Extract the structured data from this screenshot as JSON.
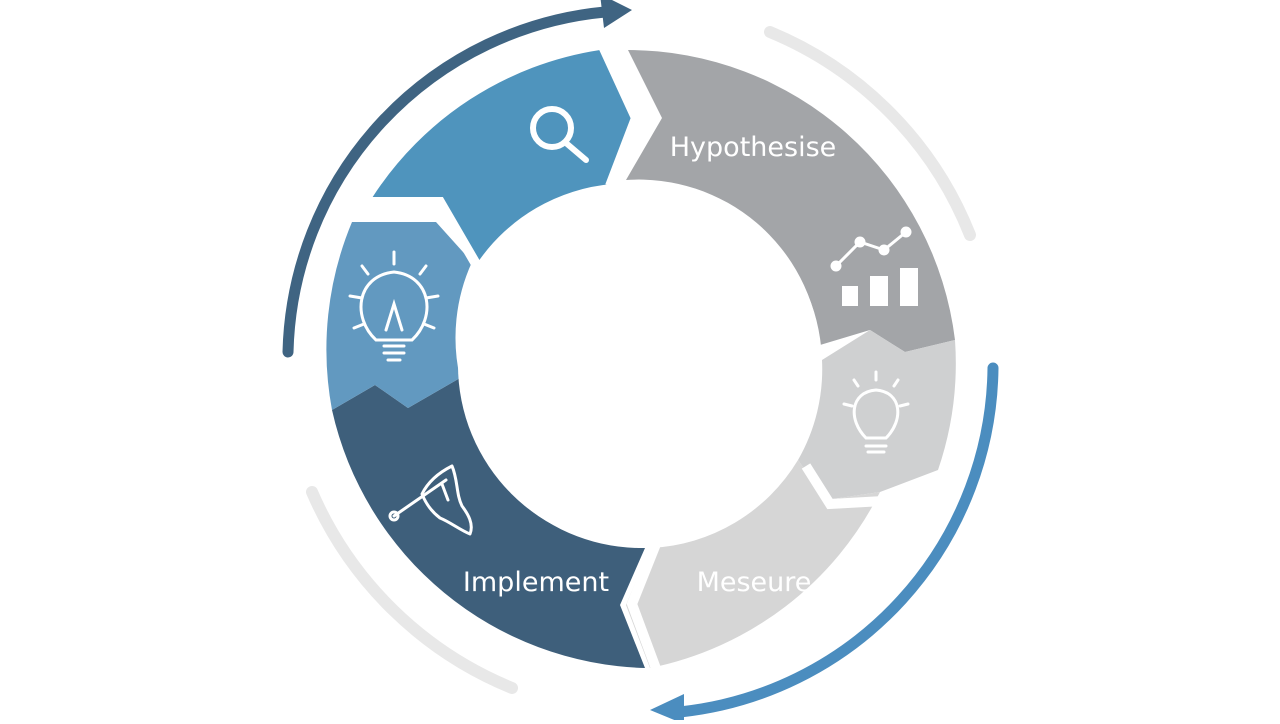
{
  "diagram": {
    "type": "cycle",
    "stages": [
      {
        "id": "research",
        "label": "",
        "icon": "magnifying-glass-icon",
        "color": "#4f94bd"
      },
      {
        "id": "hypothesise",
        "label": "Hypothesise",
        "icon": "line-bar-chart-icon",
        "color": "#9fa2a5"
      },
      {
        "id": "ideate",
        "label": "",
        "icon": "lightbulb-icon",
        "color": "#cbcccd"
      },
      {
        "id": "measure",
        "label": "Meseure",
        "icon": "",
        "color": "#d4d4d4"
      },
      {
        "id": "implement",
        "label": "Implement",
        "icon": "hammer-tool-icon",
        "color": "#3e5f7b"
      },
      {
        "id": "ideas",
        "label": "",
        "icon": "lightbulb-idea-icon",
        "color": "#6299c0"
      }
    ],
    "arrows": [
      {
        "id": "top-left-arrow",
        "color": "#3f6482",
        "direction": "clockwise"
      },
      {
        "id": "bottom-right-arrow",
        "color": "#4b8dbf",
        "direction": "clockwise"
      }
    ],
    "guide_arcs_color": "#e6e6e6"
  }
}
